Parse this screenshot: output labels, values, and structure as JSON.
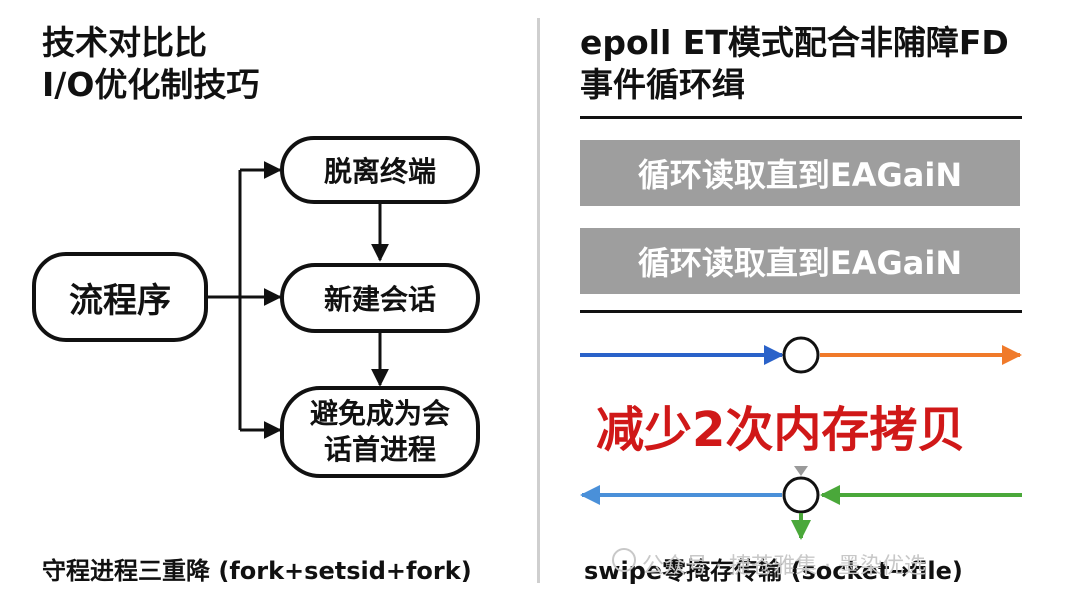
{
  "left": {
    "title_line1": "技术对比比",
    "title_line2": "I/O优化制技巧",
    "root_node": "流程序",
    "node1": "脱离终端",
    "node2": "新建会话",
    "node3_line1": "避免成为会",
    "node3_line2": "话首进程",
    "caption": "守程进程三重降 (fork+setsid+fork)"
  },
  "right": {
    "title_line1": "epoll ET模式配合非陠障FD",
    "title_line2": "事件循环缉",
    "bar1": "循环读取直到EAGaiN",
    "bar2": "循环读取直到EAGaiN",
    "highlight": "减少2次内存拷贝",
    "caption": "swipe零掩存传输 (socket→file)"
  },
  "watermark": "公众号 · 捷苍雅集 · 墨染优选",
  "colors": {
    "blue": "#2a62c9",
    "orange": "#f07a2a",
    "lightblue": "#4a90d9",
    "green": "#4aa83a",
    "red": "#d01818",
    "gray_bar": "#9e9e9e"
  }
}
